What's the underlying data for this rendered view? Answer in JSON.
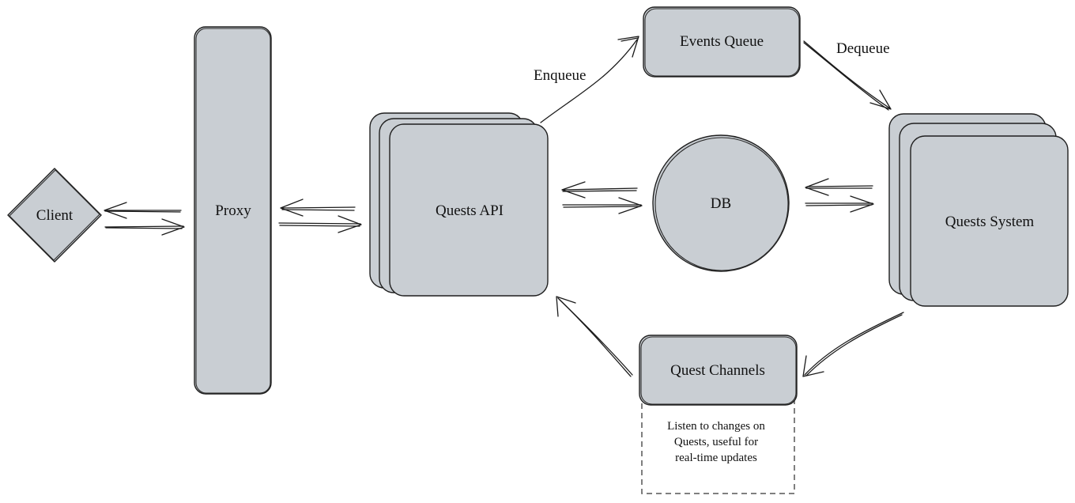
{
  "nodes": {
    "client": "Client",
    "proxy": "Proxy",
    "quests_api": "Quests API",
    "events_queue": "Events Queue",
    "db": "DB",
    "quests_system": "Quests System",
    "quest_channels": "Quest Channels"
  },
  "edges": {
    "enqueue": "Enqueue",
    "dequeue": "Dequeue"
  },
  "note": {
    "line1": "Listen to changes on",
    "line2": "Quests, useful for",
    "line3": "real-time updates"
  },
  "colors": {
    "node_fill": "#c9ced3",
    "stroke": "#1f1f1f"
  }
}
